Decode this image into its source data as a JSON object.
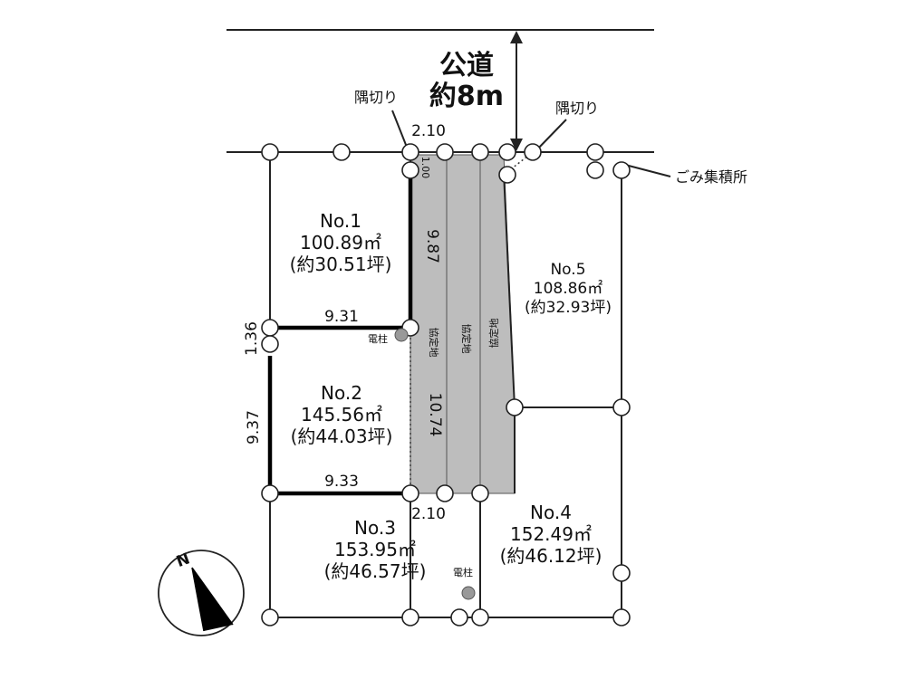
{
  "road": {
    "name": "公道",
    "width": "約8m"
  },
  "labels": {
    "corner_cut_left": "隅切り",
    "corner_cut_right": "隅切り",
    "garbage": "ごみ集積所",
    "pole_1": "電柱",
    "pole_2": "電柱",
    "strip_1": "協定地",
    "strip_2": "協定地",
    "strip_3": "協定地"
  },
  "lots": [
    {
      "no": "No.1",
      "area": "100.89㎡",
      "tsubo": "(約30.51坪)"
    },
    {
      "no": "No.2",
      "area": "145.56㎡",
      "tsubo": "(約44.03坪)"
    },
    {
      "no": "No.3",
      "area": "153.95㎡",
      "tsubo": "(約46.57坪)"
    },
    {
      "no": "No.4",
      "area": "152.49㎡",
      "tsubo": "(約46.12坪)"
    },
    {
      "no": "No.5",
      "area": "108.86㎡",
      "tsubo": "(約32.93坪)"
    }
  ],
  "dimensions": {
    "top_width": "2.10",
    "bottom_width": "2.10",
    "corner": "1.00",
    "strip_upper": "9.87",
    "strip_lower": "10.74",
    "lot1_bottom": "9.31",
    "lot2_bottom": "9.33",
    "left_short": "1.36",
    "left_long": "9.37"
  },
  "compass": {
    "north": "N"
  }
}
